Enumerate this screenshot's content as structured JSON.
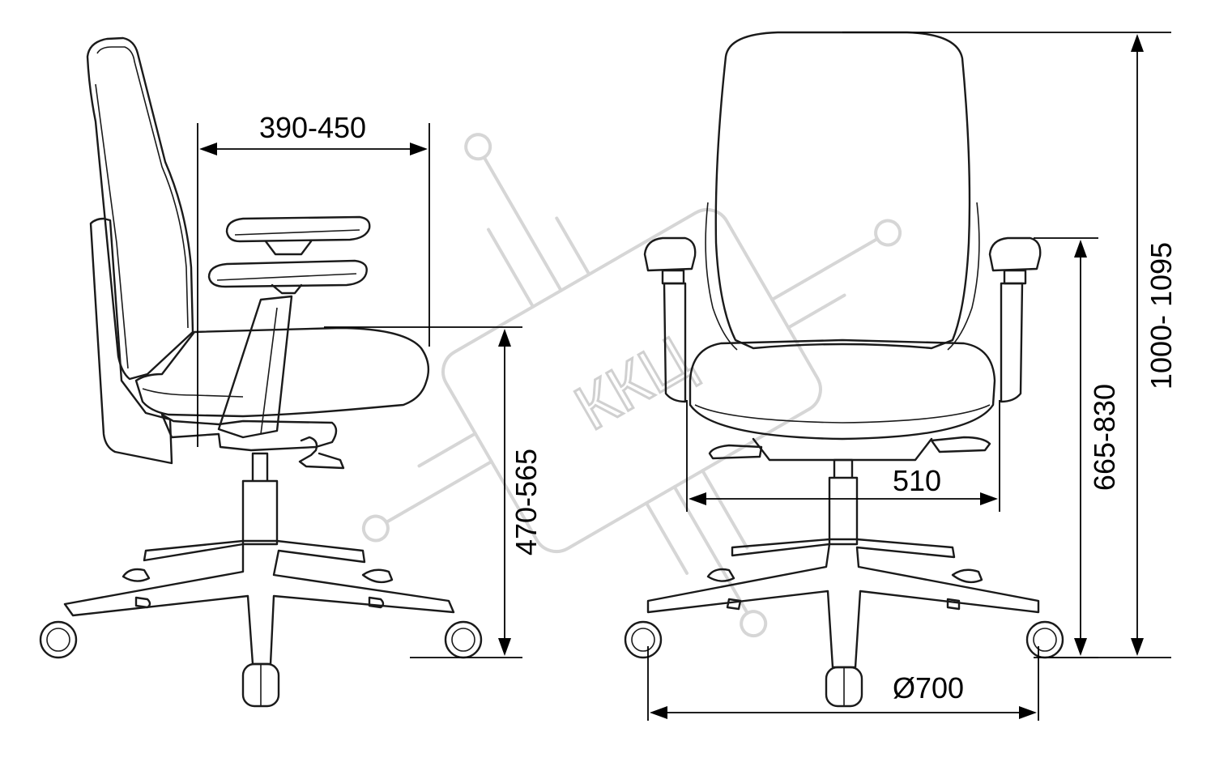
{
  "dimensions": {
    "arm_depth": "390-450",
    "seat_height": "470-565",
    "seat_width": "510",
    "armrest_height": "665-830",
    "base_diameter": "Ø700",
    "overall_height": "1000- 1095"
  },
  "watermark": {
    "text": "ККЦ"
  }
}
